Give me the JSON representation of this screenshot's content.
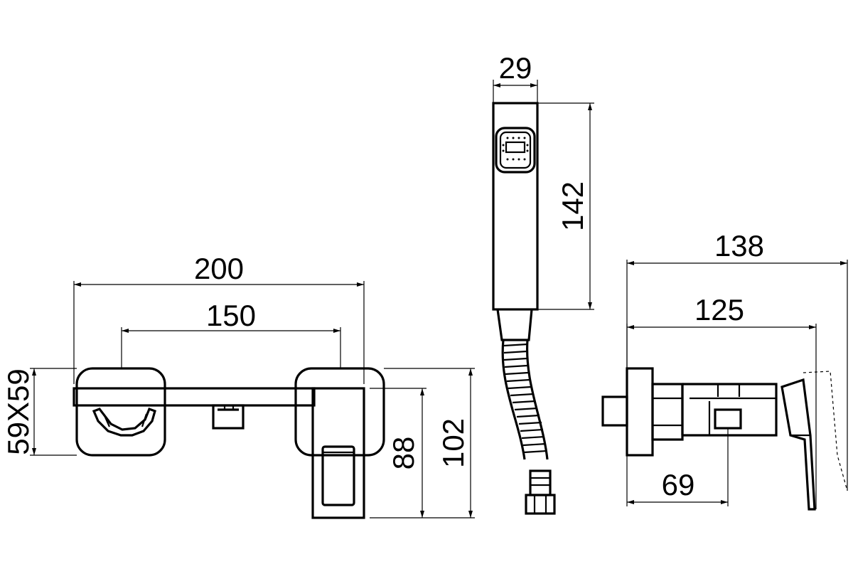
{
  "dimensions": {
    "d200": "200",
    "d150": "150",
    "d59x59": "59X59",
    "d88": "88",
    "d102": "102",
    "d29": "29",
    "d142": "142",
    "d138": "138",
    "d125": "125",
    "d69": "69"
  },
  "colors": {
    "line": "#000000",
    "background": "#ffffff"
  }
}
